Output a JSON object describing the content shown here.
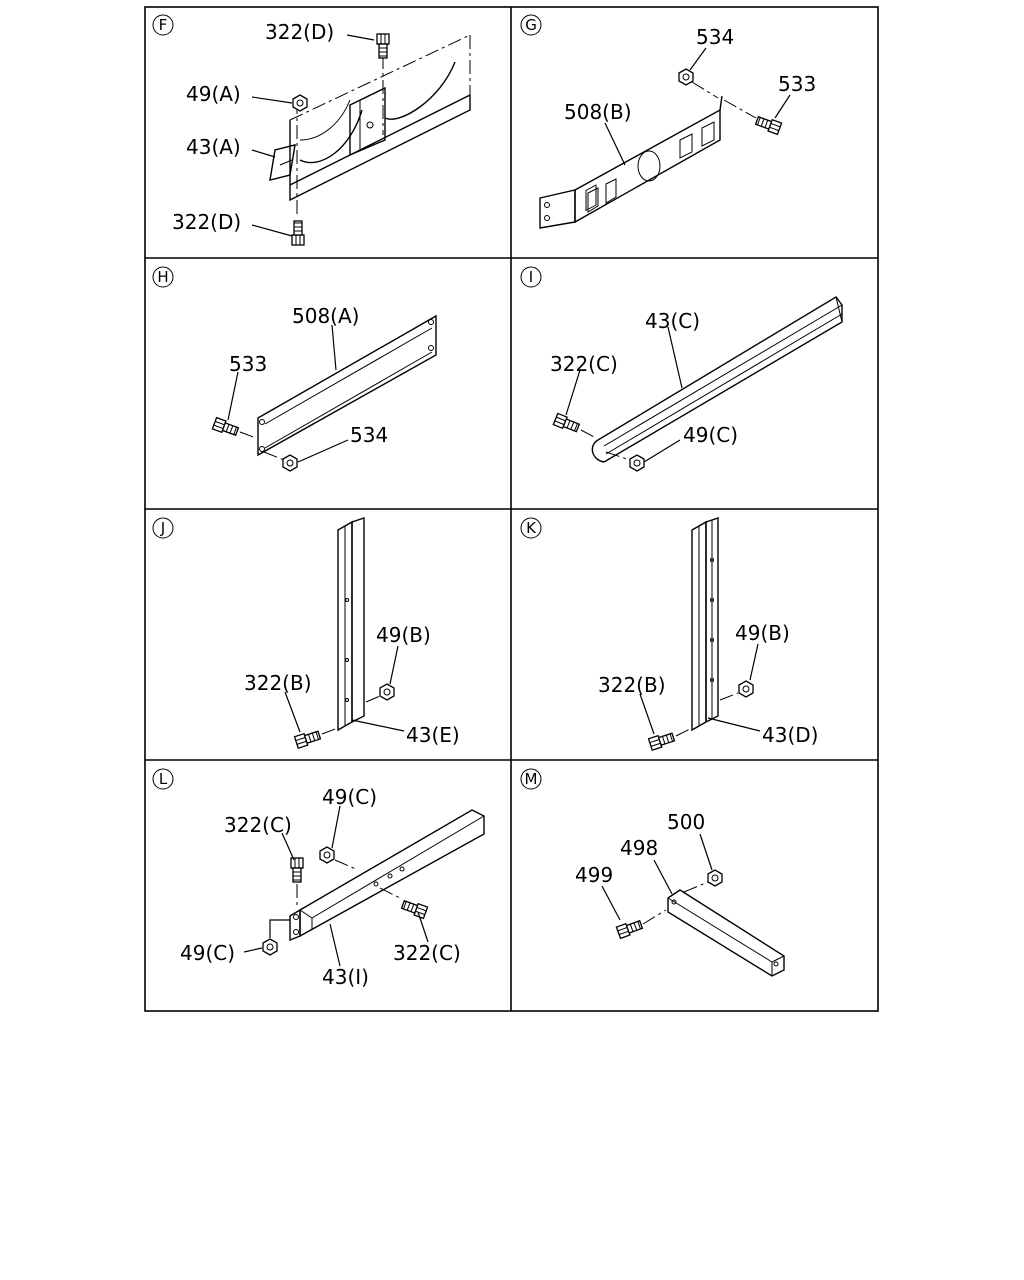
{
  "panels": [
    {
      "id": "F",
      "labels": [
        "322(D)",
        "49(A)",
        "43(A)",
        "322(D)"
      ]
    },
    {
      "id": "G",
      "labels": [
        "534",
        "533",
        "508(B)"
      ]
    },
    {
      "id": "H",
      "labels": [
        "508(A)",
        "533",
        "534"
      ]
    },
    {
      "id": "I",
      "labels": [
        "43(C)",
        "322(C)",
        "49(C)"
      ]
    },
    {
      "id": "J",
      "labels": [
        "49(B)",
        "322(B)",
        "43(E)"
      ]
    },
    {
      "id": "K",
      "labels": [
        "49(B)",
        "322(B)",
        "43(D)"
      ]
    },
    {
      "id": "L",
      "labels": [
        "49(C)",
        "322(C)",
        "322(C)",
        "49(C)",
        "43(I)"
      ]
    },
    {
      "id": "M",
      "labels": [
        "500",
        "498",
        "499"
      ]
    }
  ]
}
